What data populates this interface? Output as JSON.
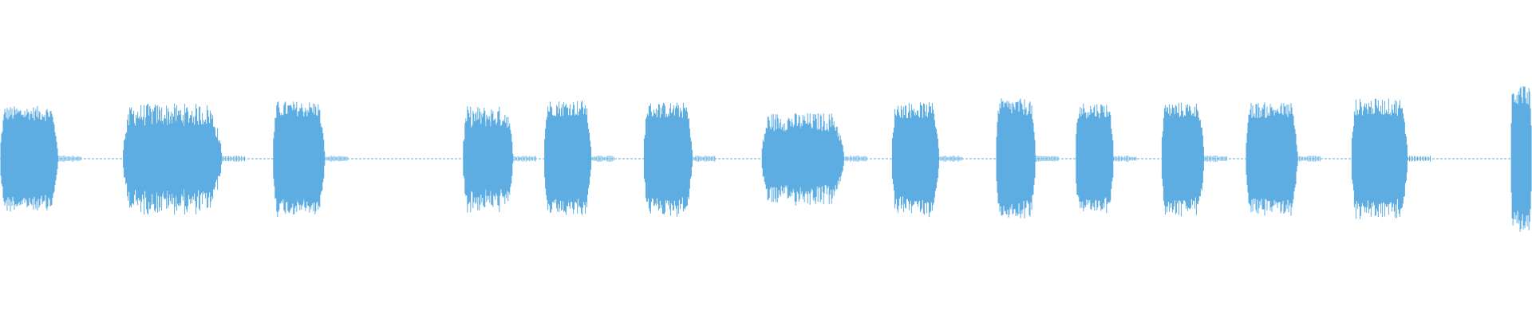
{
  "waveform": {
    "color": "#5dade2",
    "background": "#ffffff",
    "duration_fraction_note": "",
    "segments": [
      {
        "start": 0.0,
        "end": 0.038,
        "amp": 0.42,
        "style": "smooth"
      },
      {
        "start": 0.08,
        "end": 0.145,
        "amp": 0.42,
        "style": "dense"
      },
      {
        "start": 0.178,
        "end": 0.212,
        "amp": 0.46,
        "style": "smooth"
      },
      {
        "start": 0.302,
        "end": 0.335,
        "amp": 0.4,
        "style": "dense"
      },
      {
        "start": 0.355,
        "end": 0.386,
        "amp": 0.47,
        "style": "smooth"
      },
      {
        "start": 0.42,
        "end": 0.452,
        "amp": 0.45,
        "style": "smooth"
      },
      {
        "start": 0.497,
        "end": 0.551,
        "amp": 0.35,
        "style": "dense"
      },
      {
        "start": 0.582,
        "end": 0.613,
        "amp": 0.45,
        "style": "smooth"
      },
      {
        "start": 0.65,
        "end": 0.676,
        "amp": 0.48,
        "style": "smooth"
      },
      {
        "start": 0.702,
        "end": 0.727,
        "amp": 0.45,
        "style": "smooth"
      },
      {
        "start": 0.758,
        "end": 0.786,
        "amp": 0.45,
        "style": "smooth"
      },
      {
        "start": 0.813,
        "end": 0.847,
        "amp": 0.45,
        "style": "smooth"
      },
      {
        "start": 0.882,
        "end": 0.919,
        "amp": 0.48,
        "style": "smooth"
      },
      {
        "start": 0.986,
        "end": 1.0,
        "amp": 0.6,
        "style": "smooth"
      }
    ]
  }
}
